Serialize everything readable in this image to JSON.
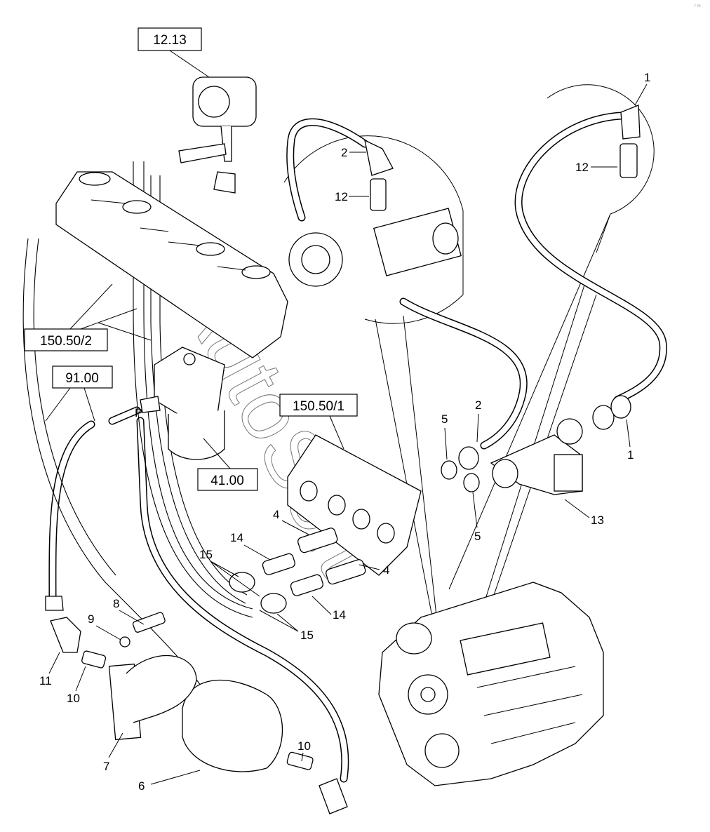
{
  "diagram": {
    "reference_boxes": [
      {
        "id": "ref-12-13",
        "label": "12.13"
      },
      {
        "id": "ref-150-50-2",
        "label": "150.50/2"
      },
      {
        "id": "ref-91-00",
        "label": "91.00"
      },
      {
        "id": "ref-41-00",
        "label": "41.00"
      },
      {
        "id": "ref-150-50-1",
        "label": "150.50/1"
      }
    ],
    "port_label": "P",
    "callouts": [
      "1",
      "12",
      "2",
      "12",
      "5",
      "2",
      "1",
      "5",
      "13",
      "4",
      "14",
      "15",
      "4",
      "14",
      "15",
      "8",
      "9",
      "11",
      "10",
      "7",
      "6",
      "10"
    ],
    "watermark": "AutoSoft",
    "corner_mark": "r  m"
  }
}
